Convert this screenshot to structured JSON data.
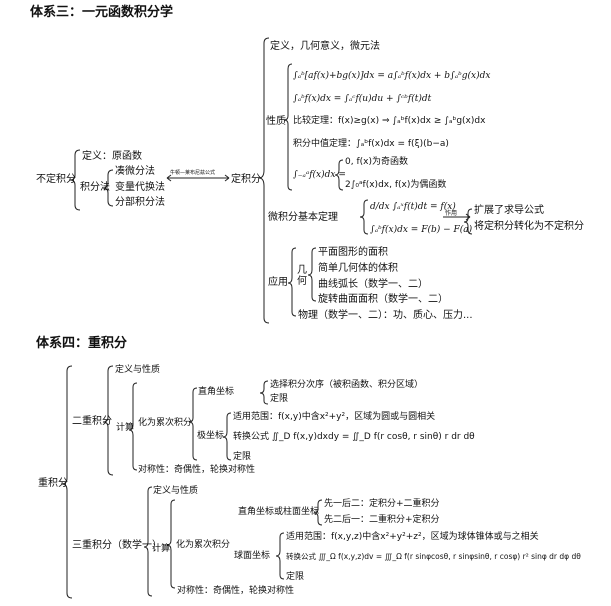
{
  "sys3": {
    "title": "体系三：一元函数积分学",
    "indef": "不定积分",
    "def_prim": "定义：原函数",
    "methods": "积分法",
    "m1": "凑微分法",
    "m2": "变量代换法",
    "m3": "分部积分法",
    "nl": "牛顿—莱布尼兹公式",
    "def_int": "定积分",
    "def_geo": "定义，几何意义，微元法",
    "prop": "性质",
    "f1": "∫ₐᵇ[af(x)+bg(x)]dx = a∫ₐᵇf(x)dx + b∫ₐᵇg(x)dx",
    "f2": "∫ₐᵇf(x)dx = ∫ₐᶜf(u)du + ∫ᶜᵇf(t)dt",
    "f3": "比较定理：f(x)≥g(x) ⇒ ∫ₐᵇf(x)dx ≥ ∫ₐᵇg(x)dx",
    "f4": "积分中值定理：∫ₐᵇf(x)dx = f(ξ)(b−a)",
    "f5a": "0, f(x)为奇函数",
    "f5b": "2∫₀ᵃf(x)dx,  f(x)为偶函数",
    "f5l": "∫₋ₐᵃf(x)dx =",
    "fund": "微积分基本定理",
    "g1": "d/dx ∫ₐˣf(t)dt = f(x)",
    "g2": "∫ₐᵇf(x)dx = F(b) − F(a)",
    "role": "作用",
    "r1": "扩展了求导公式",
    "r2": "将定积分转化为不定积分",
    "app": "应用",
    "geo": "几何",
    "a1": "平面图形的面积",
    "a2": "简单几何体的体积",
    "a3": "曲线弧长（数学一、二）",
    "a4": "旋转曲面面积（数学一、二）",
    "phys": "物理（数学一、二）：功、质心、压力..."
  },
  "sys4": {
    "title": "体系四：重积分",
    "root": "重积分",
    "dbl": "二重积分",
    "d_def": "定义与性质",
    "d_calc": "计算",
    "d_iter": "化为累次积分",
    "d_rect": "直角坐标",
    "d_rect1": "选择积分次序（被积函数、积分区域）",
    "d_rect2": "定限",
    "d_polar": "极坐标",
    "d_p1": "适用范围：f(x,y)中含x²+y²，区域为圆或与圆相关",
    "d_p2": "转换公式 ∬_D f(x,y)dxdy = ∬_D f(r cosθ, r sinθ) r dr dθ",
    "d_p3": "定限",
    "d_sym": "对称性：奇偶性，轮换对称性",
    "tri": "三重积分（数学一）",
    "t_def": "定义与性质",
    "t_calc": "计算",
    "t_iter": "化为累次积分",
    "t_cyl": "直角坐标或柱面坐标",
    "t_c1": "先一后二：定积分+二重积分",
    "t_c2": "先二后一：二重积分+定积分",
    "t_sph": "球面坐标",
    "t_s1": "适用范围：f(x,y,z)中含x²+y²+z²，区域为球体锥体或与之相关",
    "t_s2": "转换公式 ∭_Ω f(x,y,z)dv = ∭_Ω f(r sinφcosθ, r sinφsinθ, r cosφ) r² sinφ dr dφ dθ",
    "t_s3": "定限",
    "t_sym": "对称性：奇偶性，轮换对称性"
  }
}
